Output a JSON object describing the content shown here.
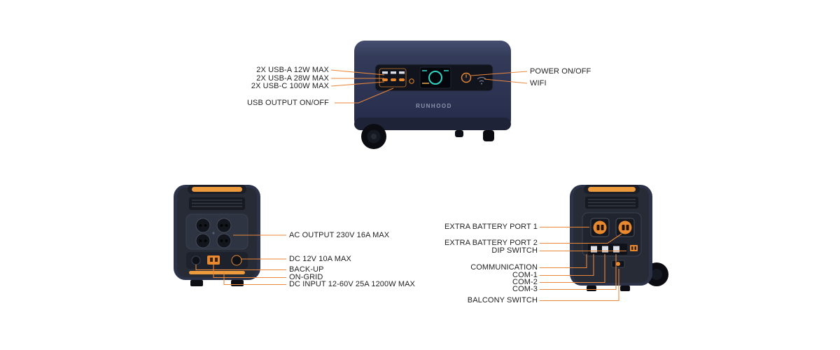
{
  "palette": {
    "leader_line": "#E8873C",
    "label_text": "#1f1f1f",
    "handle_orange": "#ED9A3C",
    "port_orange": "#E8892F",
    "body_navy": "#2e3650",
    "body_dark": "#262b36",
    "screen_teal": "#2fd6c3",
    "background": "#ffffff"
  },
  "front_view": {
    "brand": "RUNHOOD",
    "callouts_left": {
      "usb_a_12w": "2X USB-A 12W MAX",
      "usb_a_28w": "2X USB-A 28W MAX",
      "usb_c_100w": "2X USB-C 100W MAX",
      "usb_output": "USB OUTPUT ON/OFF"
    },
    "callouts_right": {
      "power": "POWER ON/OFF",
      "wifi": "WIFI"
    }
  },
  "rear_view": {
    "callouts": {
      "ac_output": "AC OUTPUT 230V 16A MAX",
      "dc_12v": "DC 12V 10A MAX",
      "backup": "BACK-UP",
      "on_grid": "ON-GRID",
      "dc_input": "DC INPUT 12-60V 25A 1200W MAX"
    }
  },
  "side_view": {
    "callouts": {
      "extra_battery_1": "EXTRA BATTERY PORT 1",
      "extra_battery_2": "EXTRA BATTERY PORT 2",
      "dip_switch": "DIP SWITCH",
      "communication": "COMMUNICATION",
      "com_1": "COM-1",
      "com_2": "COM-2",
      "com_3": "COM-3",
      "balcony_switch": "BALCONY SWITCH"
    }
  }
}
